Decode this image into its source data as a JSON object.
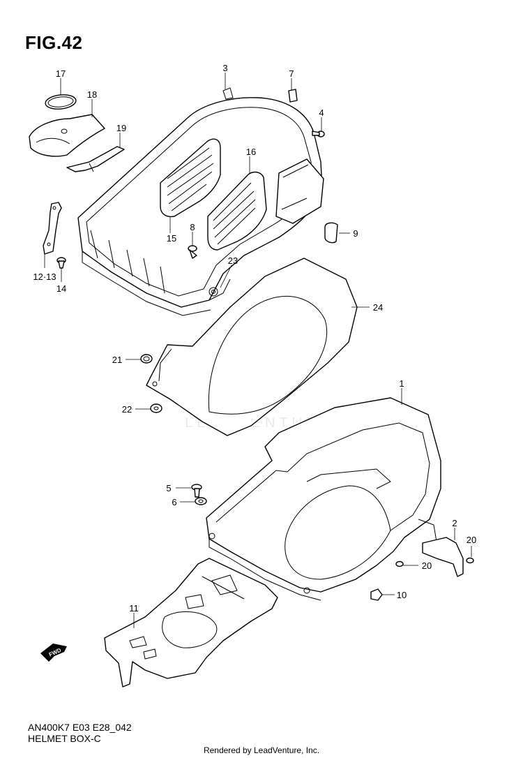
{
  "figure": {
    "title": "FIG.42",
    "code": "AN400K7 E03 E28_042",
    "section": "HELMET BOX-C",
    "footer": "Rendered by LeadVenture, Inc.",
    "watermark": "LEADVENTURE",
    "fwd_label": "FWD"
  },
  "callouts": [
    {
      "id": "c17",
      "label": "17"
    },
    {
      "id": "c18",
      "label": "18"
    },
    {
      "id": "c19",
      "label": "19"
    },
    {
      "id": "c3",
      "label": "3"
    },
    {
      "id": "c7",
      "label": "7"
    },
    {
      "id": "c4",
      "label": "4"
    },
    {
      "id": "c16",
      "label": "16"
    },
    {
      "id": "c9",
      "label": "9"
    },
    {
      "id": "c8",
      "label": "8"
    },
    {
      "id": "c15",
      "label": "15"
    },
    {
      "id": "c1213",
      "label": "12·13"
    },
    {
      "id": "c14",
      "label": "14"
    },
    {
      "id": "c23",
      "label": "23"
    },
    {
      "id": "c24",
      "label": "24"
    },
    {
      "id": "c21",
      "label": "21"
    },
    {
      "id": "c22",
      "label": "22"
    },
    {
      "id": "c1",
      "label": "1"
    },
    {
      "id": "c5",
      "label": "5"
    },
    {
      "id": "c6",
      "label": "6"
    },
    {
      "id": "c2",
      "label": "2"
    },
    {
      "id": "c20a",
      "label": "20"
    },
    {
      "id": "c20b",
      "label": "20"
    },
    {
      "id": "c10",
      "label": "10"
    },
    {
      "id": "c11",
      "label": "11"
    }
  ]
}
